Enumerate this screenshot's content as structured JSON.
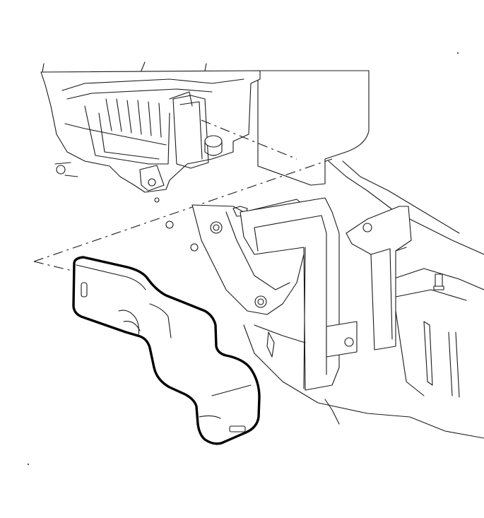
{
  "figure": {
    "components": [
      {
        "name": "hvac-module-housing",
        "highlighted": false
      },
      {
        "name": "floor-air-duct",
        "highlighted": true
      },
      {
        "name": "duct-bracket",
        "highlighted": false
      },
      {
        "name": "mounting-bracket",
        "highlighted": false
      },
      {
        "name": "floor-panel",
        "highlighted": false
      }
    ],
    "colors": {
      "line": "#1a1a1a",
      "highlight": "#000000",
      "background": "#ffffff"
    }
  }
}
